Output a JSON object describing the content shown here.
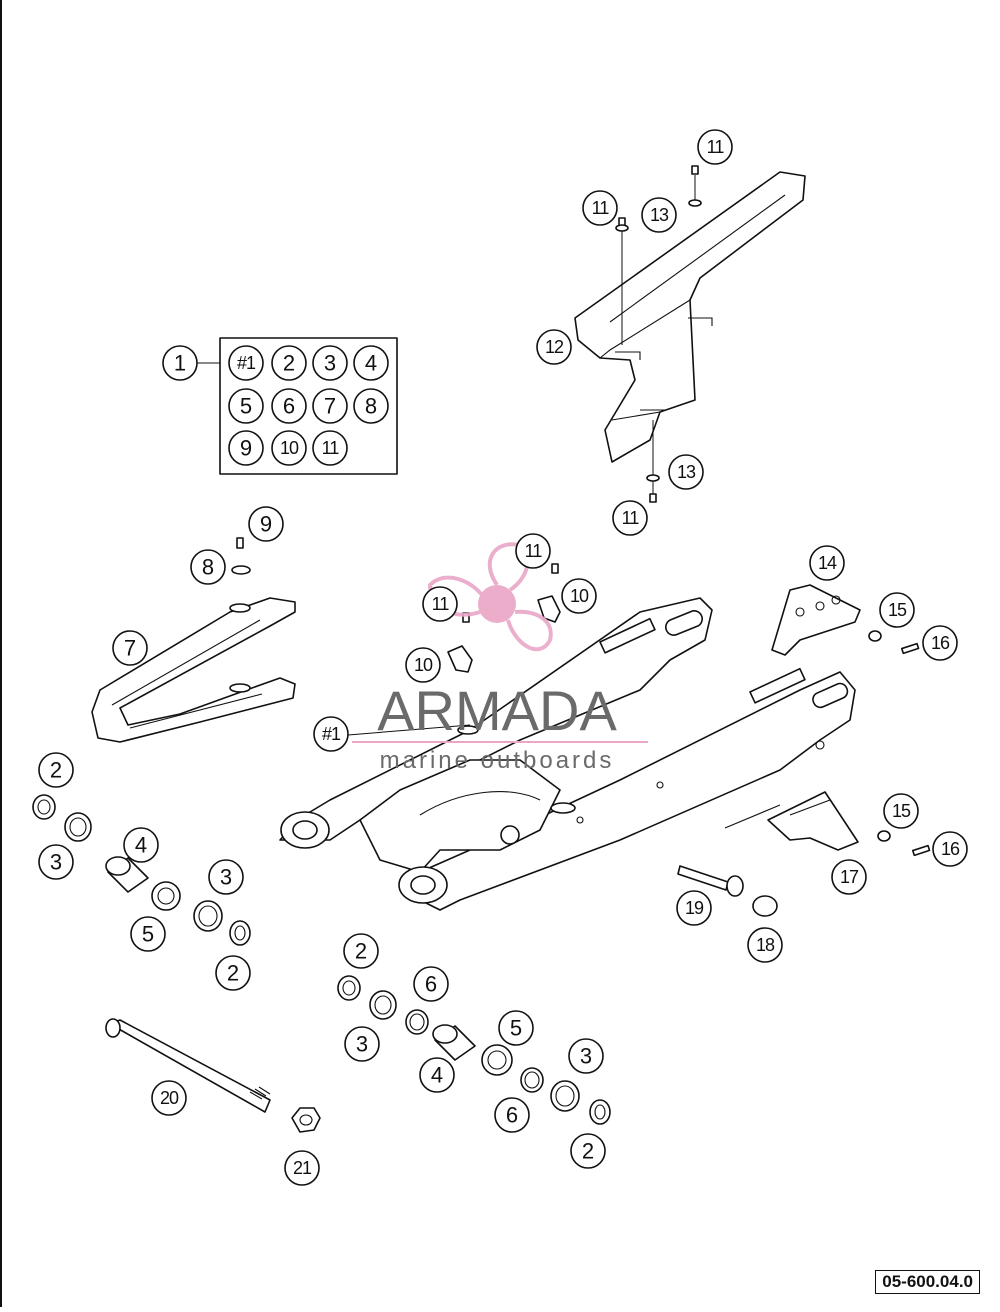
{
  "diagram": {
    "reference_code": "05-600.04.0",
    "kit_box": {
      "callout": "1",
      "contents": [
        "#1",
        "2",
        "3",
        "4",
        "5",
        "6",
        "7",
        "8",
        "9",
        "10",
        "11"
      ]
    },
    "callouts": {
      "swingarm": "#1",
      "seal_cap": "2",
      "seal_ring": "3",
      "bushing": "4",
      "needle_bearing": "5",
      "washer": "6",
      "chain_slider": "7",
      "slider_washer": "8",
      "slider_screw": "9",
      "clip": "10",
      "screw": "11",
      "chain_guard": "12",
      "guard_washer": "13",
      "brake_caliper_guard_top": "14",
      "nut": "15",
      "bolt": "16",
      "chain_guide": "17",
      "cap": "18",
      "axle_bolt": "19",
      "pivot_shaft": "20",
      "collar_nut": "21"
    }
  },
  "watermark": {
    "brand": "ARMADA",
    "tagline": "marine outboards"
  }
}
